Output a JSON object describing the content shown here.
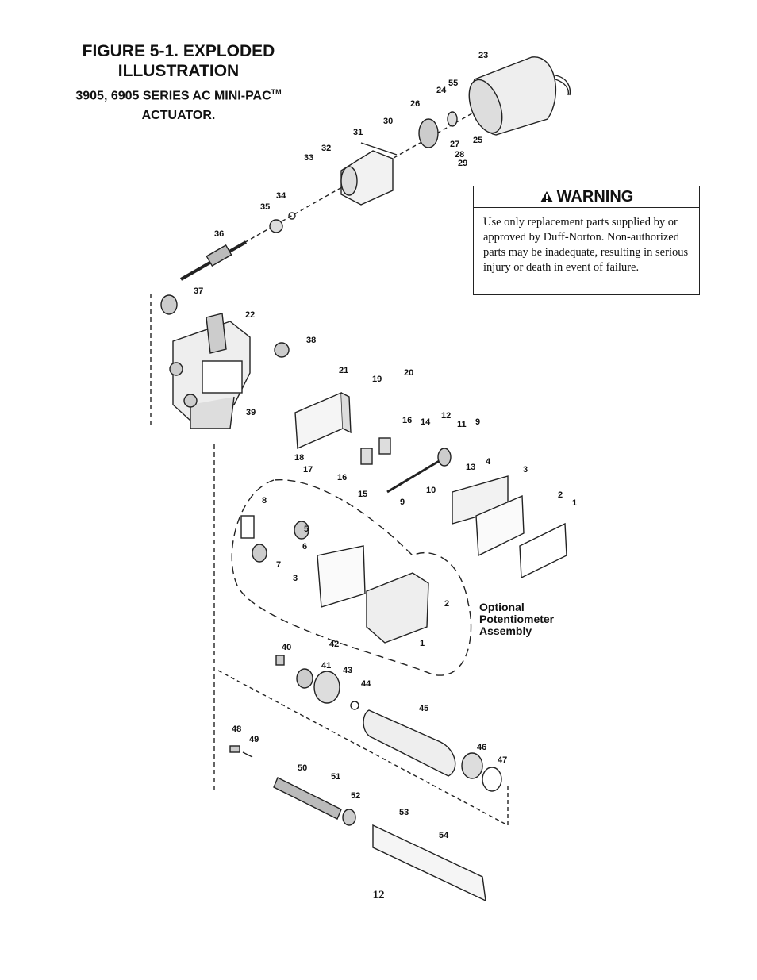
{
  "title": {
    "line1": "FIGURE 5-1. EXPLODED",
    "line2": "ILLUSTRATION",
    "line3": "3905, 6905 SERIES AC MINI-PAC",
    "trademark": "TM",
    "line4": "ACTUATOR."
  },
  "warning": {
    "heading": "WARNING",
    "body": "Use only replacement parts supplied by or approved by Duff-Norton. Non-authorized parts may be inadequate, resulting in serious injury or death in event of failure."
  },
  "diagram": {
    "optional_label": [
      "Optional",
      "Potentiometer",
      "Assembly"
    ],
    "callouts": [
      "23",
      "55",
      "24",
      "26",
      "30",
      "31",
      "25",
      "27",
      "28",
      "29",
      "32",
      "33",
      "34",
      "35",
      "36",
      "37",
      "22",
      "38",
      "21",
      "19",
      "20",
      "39",
      "16",
      "14",
      "12",
      "11",
      "9",
      "18",
      "17",
      "16",
      "13",
      "4",
      "3",
      "10",
      "15",
      "9",
      "8",
      "5",
      "6",
      "7",
      "2",
      "1",
      "3",
      "2",
      "1",
      "40",
      "42",
      "41",
      "43",
      "44",
      "45",
      "48",
      "49",
      "46",
      "47",
      "50",
      "51",
      "52",
      "53",
      "54"
    ]
  },
  "page_number": "12"
}
